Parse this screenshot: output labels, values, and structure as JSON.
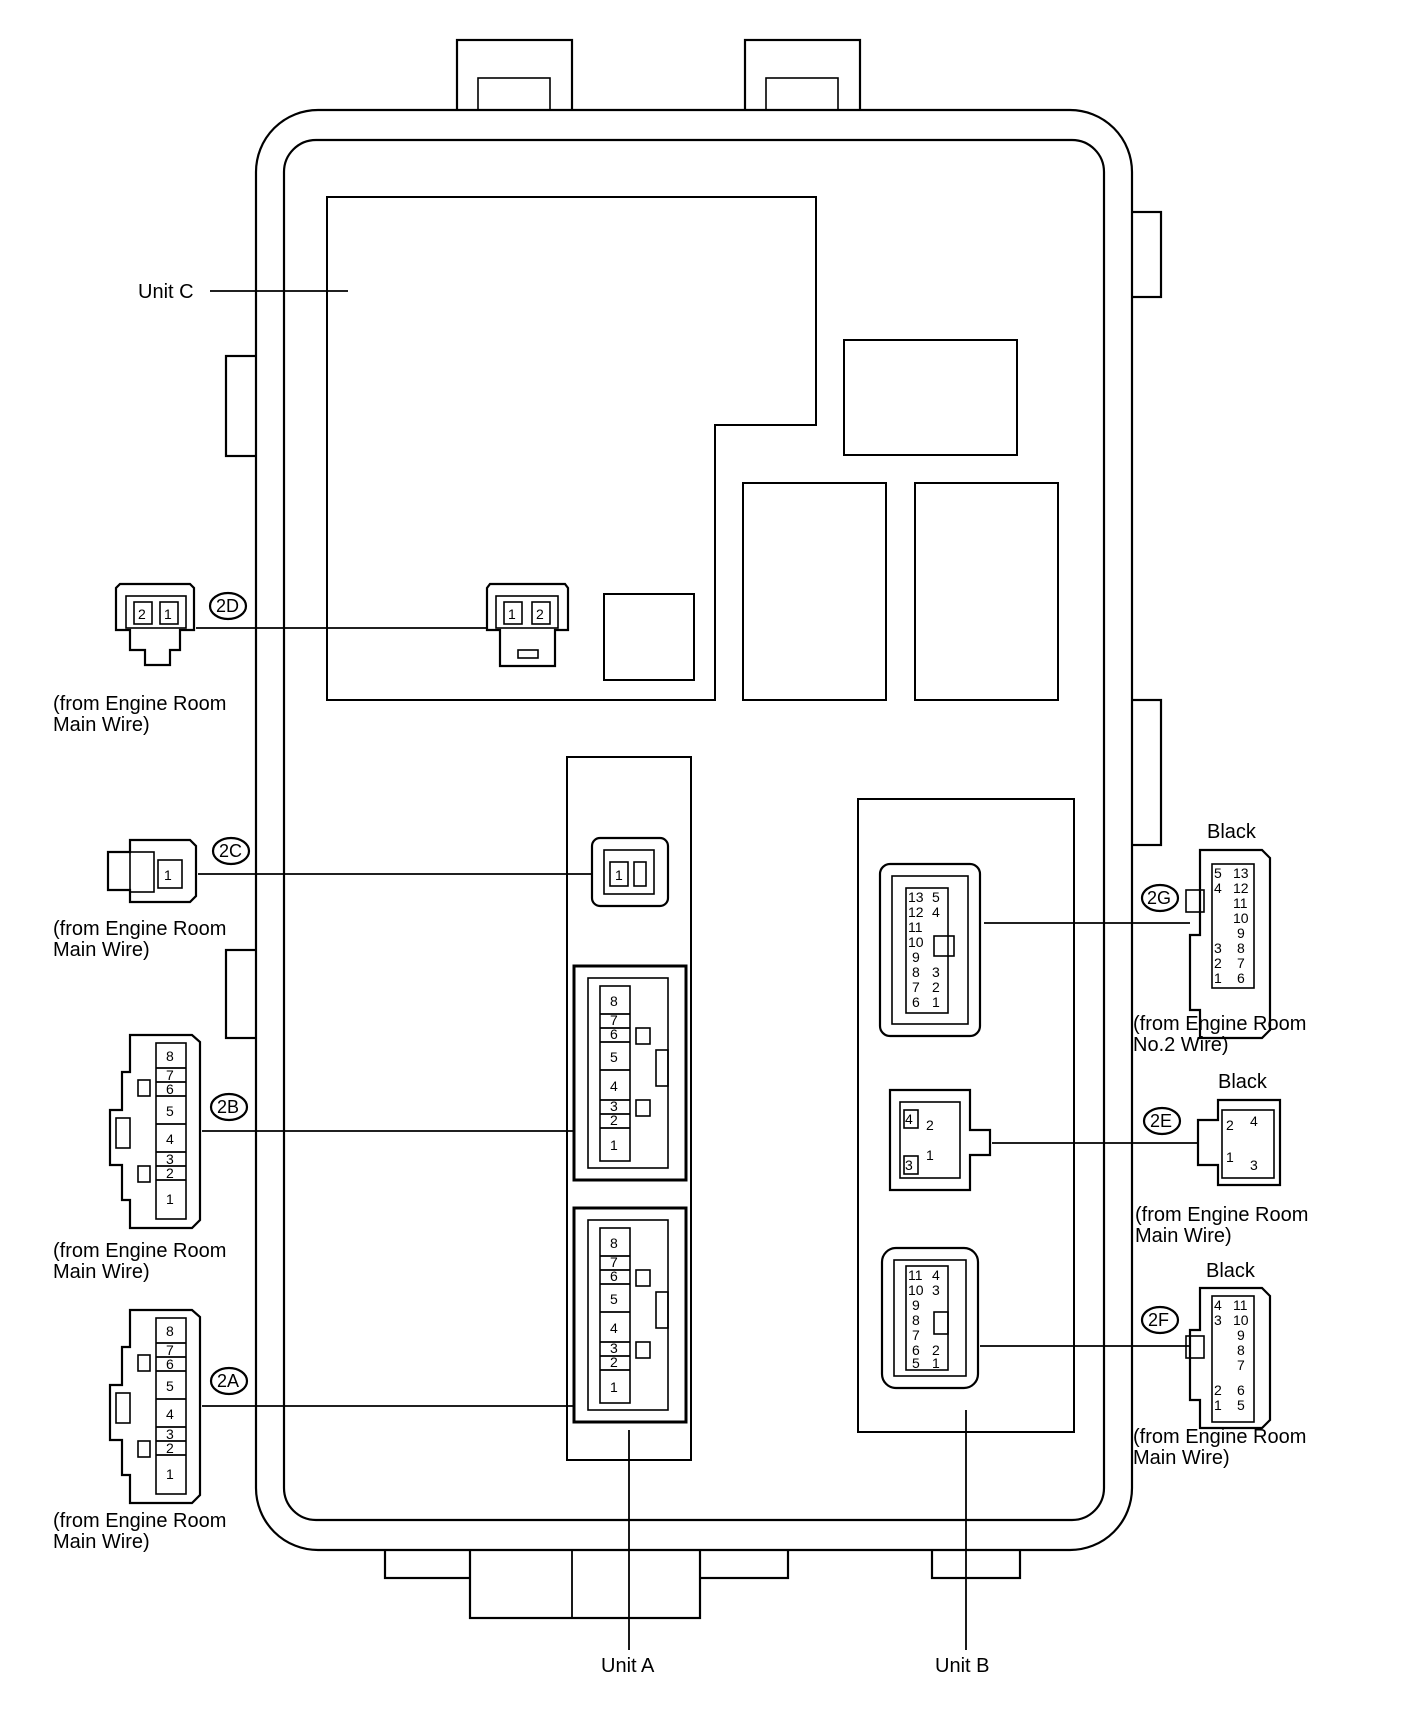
{
  "labels": {
    "unit_a": "Unit A",
    "unit_b": "Unit B",
    "unit_c": "Unit C"
  },
  "connectors": {
    "2A": {
      "tag": "2A",
      "source_line1": "(from Engine Room",
      "source_line2": "Main Wire)"
    },
    "2B": {
      "tag": "2B",
      "source_line1": "(from Engine Room",
      "source_line2": "Main Wire)"
    },
    "2C": {
      "tag": "2C",
      "source_line1": "(from Engine Room",
      "source_line2": "Main Wire)"
    },
    "2D": {
      "tag": "2D",
      "source_line1": "(from Engine Room",
      "source_line2": "Main Wire)"
    },
    "2E": {
      "tag": "2E",
      "color": "Black",
      "source_line1": "(from Engine Room",
      "source_line2": "Main Wire)"
    },
    "2F": {
      "tag": "2F",
      "color": "Black",
      "source_line1": "(from Engine Room",
      "source_line2": "Main Wire)"
    },
    "2G": {
      "tag": "2G",
      "color": "Black",
      "source_line1": "(from Engine Room",
      "source_line2": "No.2 Wire)"
    }
  },
  "pins": {
    "eight_pin": [
      "8",
      "7",
      "6",
      "5",
      "4",
      "3",
      "2",
      "1"
    ],
    "two_pin": [
      "1",
      "2"
    ],
    "one_pin": [
      "1"
    ],
    "four_pin": [
      "1",
      "2",
      "3",
      "4"
    ],
    "thirteen_pin": [
      "13",
      "5",
      "12",
      "4",
      "11",
      "10",
      "9",
      "8",
      "3",
      "7",
      "2",
      "6",
      "1"
    ],
    "eleven_pin": [
      "11",
      "4",
      "10",
      "3",
      "9",
      "8",
      "7",
      "6",
      "2",
      "5",
      "1"
    ]
  }
}
